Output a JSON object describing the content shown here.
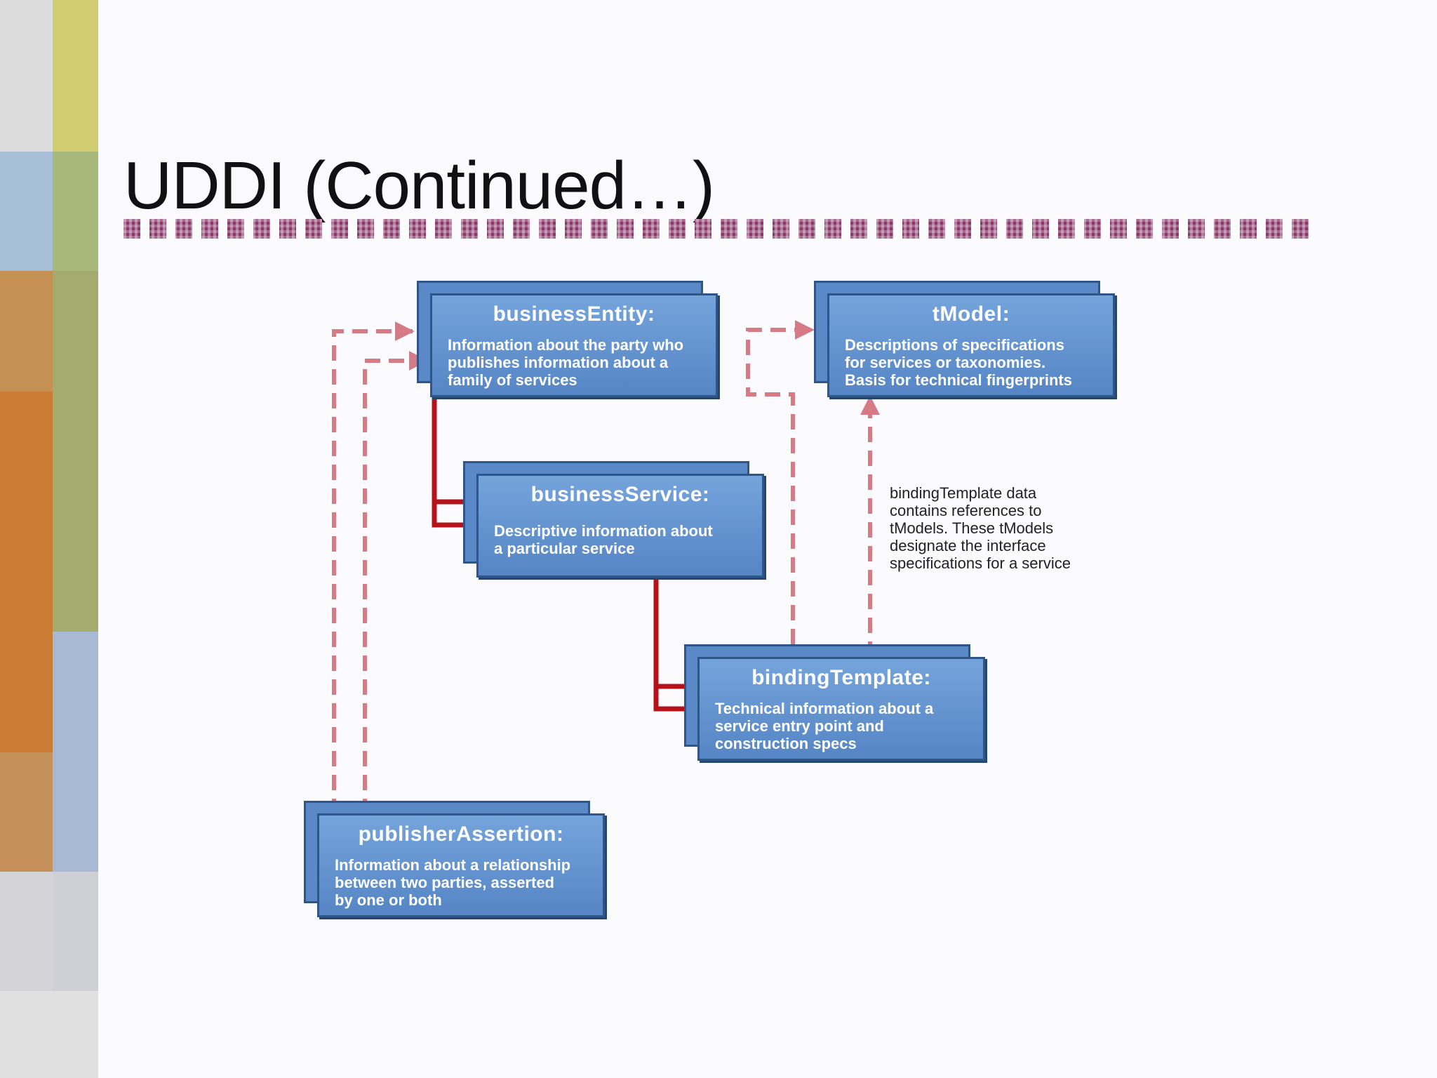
{
  "slide": {
    "title": "UDDI (Continued…)"
  },
  "colors": {
    "box_fill": "#6595d2",
    "box_border": "#2f5688",
    "solid_connector": "#b5131b",
    "dashed_connector": "#d67a86",
    "decor_strip": "#8a3a6a"
  },
  "diagram": {
    "business_entity": {
      "title": "businessEntity:",
      "description": "Information about the party who\npublishes information about a\nfamily of services"
    },
    "tmodel": {
      "title": "tModel:",
      "description": "Descriptions of specifications\nfor services or taxonomies.\nBasis for technical fingerprints"
    },
    "business_service": {
      "title": "businessService:",
      "description": "Descriptive information about\na particular service"
    },
    "binding_template": {
      "title": "bindingTemplate:",
      "description": "Technical information about a\nservice entry point and\nconstruction specs"
    },
    "publisher_assertion": {
      "title": "publisherAssertion:",
      "description": "Information about a relationship\nbetween two parties, asserted\nby one or both"
    },
    "note": "bindingTemplate data\ncontains references to\ntModels.  These tModels\ndesignate the interface\nspecifications for a service"
  }
}
